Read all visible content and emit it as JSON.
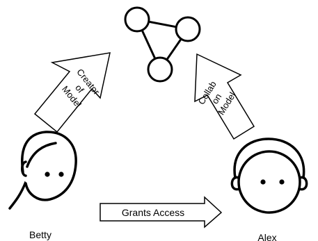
{
  "diagram": {
    "arrow_left": {
      "lines": [
        "Creator",
        "of",
        "Model"
      ]
    },
    "arrow_right": {
      "lines": [
        "Collab",
        "on",
        "Model"
      ]
    },
    "arrow_bottom": {
      "label": "Grants Access"
    },
    "person_left": {
      "name": "Betty",
      "icon": "woman-icon"
    },
    "person_right": {
      "name": "Alex",
      "icon": "person-with-headphones-icon"
    },
    "model_icon": "network-graph-icon"
  },
  "colors": {
    "stroke": "#000000",
    "fill": "#ffffff"
  }
}
